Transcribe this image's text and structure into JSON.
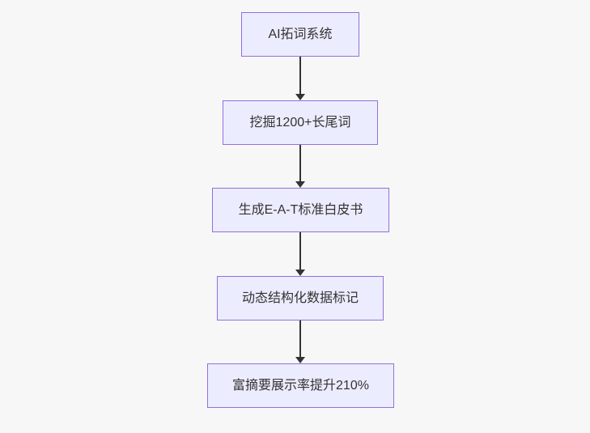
{
  "flowchart": {
    "type": "flowchart",
    "direction": "top-down",
    "nodes": [
      {
        "id": "A",
        "label": "AI拓词系统"
      },
      {
        "id": "B",
        "label": "挖掘1200+长尾词"
      },
      {
        "id": "C",
        "label": "生成E-A-T标准白皮书"
      },
      {
        "id": "D",
        "label": "动态结构化数据标记"
      },
      {
        "id": "E",
        "label": "富摘要展示率提升210%"
      }
    ],
    "edges": [
      {
        "from": "AI拓词系统",
        "to": "挖掘1200+长尾词"
      },
      {
        "from": "挖掘1200+长尾词",
        "to": "生成E-A-T标准白皮书"
      },
      {
        "from": "生成E-A-T标准白皮书",
        "to": "动态结构化数据标记"
      },
      {
        "from": "动态结构化数据标记",
        "to": "富摘要展示率提升210%"
      }
    ],
    "colors": {
      "background": "#F7F7F7",
      "node_fill": "#ECECFF",
      "node_border": "#9370DB",
      "arrow": "#333333",
      "text": "#333333"
    }
  }
}
